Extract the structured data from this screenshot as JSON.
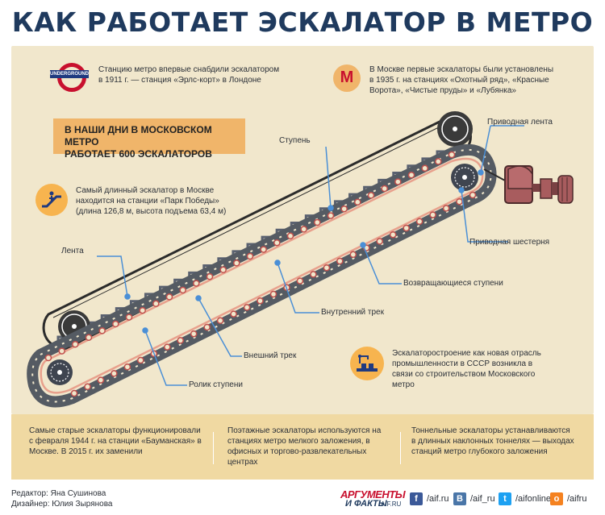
{
  "title": "КАК РАБОТАЕТ ЭСКАЛАТОР В МЕТРО",
  "top_left_text": [
    "Станцию метро впервые снабдили эскалатором",
    "в 1911 г.  — станция «Эрлс-корт» в Лондоне"
  ],
  "top_right_text": [
    "В Москве первые эскалаторы были установлены",
    "в 1935 г. на станциях «Охотный ряд», «Красные",
    "Ворота», «Чистые пруды» и «Лубянка»"
  ],
  "underground_logo_text": "UNDERGROUND",
  "metro_logo_text": "М",
  "banner": [
    "В НАШИ ДНИ В МОСКОВСКОМ МЕТРО",
    "РАБОТАЕТ 600 ЭСКАЛАТОРОВ"
  ],
  "longest_text": [
    "Самый длинный эскалатор в Москве",
    "находится на станции «Парк Победы»",
    "(длина 126,8 м, высота подъема 63,4 м)"
  ],
  "industry_text": [
    "Эскалаторостроение как новая отрасль",
    "промышленности в СССР возникла в",
    "связи со строительством Московского",
    "метро"
  ],
  "callouts": {
    "drive_belt": "Приводная лента",
    "step": "Ступень",
    "drive_gear": "Приводная шестерня",
    "belt": "Лента",
    "returning_steps": "Возвращающиеся ступени",
    "inner_track": "Внутренний трек",
    "outer_track": "Внешний трек",
    "step_roller": "Ролик ступени"
  },
  "bottom": [
    [
      "Самые старые эскалаторы функционировали",
      "с февраля 1944 г. на станции «Бауманская» в",
      "Москве. В 2015 г. их заменили"
    ],
    [
      "Поэтажные эскалаторы используются на",
      "станциях метро мелкого заложения, в",
      "офисных и торгово-развлекательных",
      "центрах"
    ],
    [
      "Тоннельные эскалаторы устанавливаются",
      "в длинных наклонных тоннелях — выходах",
      "станций метро глубокого заложения"
    ]
  ],
  "credits": [
    "Редактор: Яна Сушинова",
    "Дизайнер: Юлия Зырянова"
  ],
  "logo": {
    "line1": "АРГУМЕНТЫ",
    "line2": "И ФАКТЫ",
    "domain": "AIF.RU"
  },
  "social": [
    {
      "icon": "f",
      "label": "/aif.ru",
      "color": "#3b5998"
    },
    {
      "icon": "В",
      "label": "/aif_ru",
      "color": "#4a76a8"
    },
    {
      "icon": "t",
      "label": "/aifonline",
      "color": "#1da1f2"
    },
    {
      "icon": "о",
      "label": "/aifru",
      "color": "#f58220"
    }
  ]
}
